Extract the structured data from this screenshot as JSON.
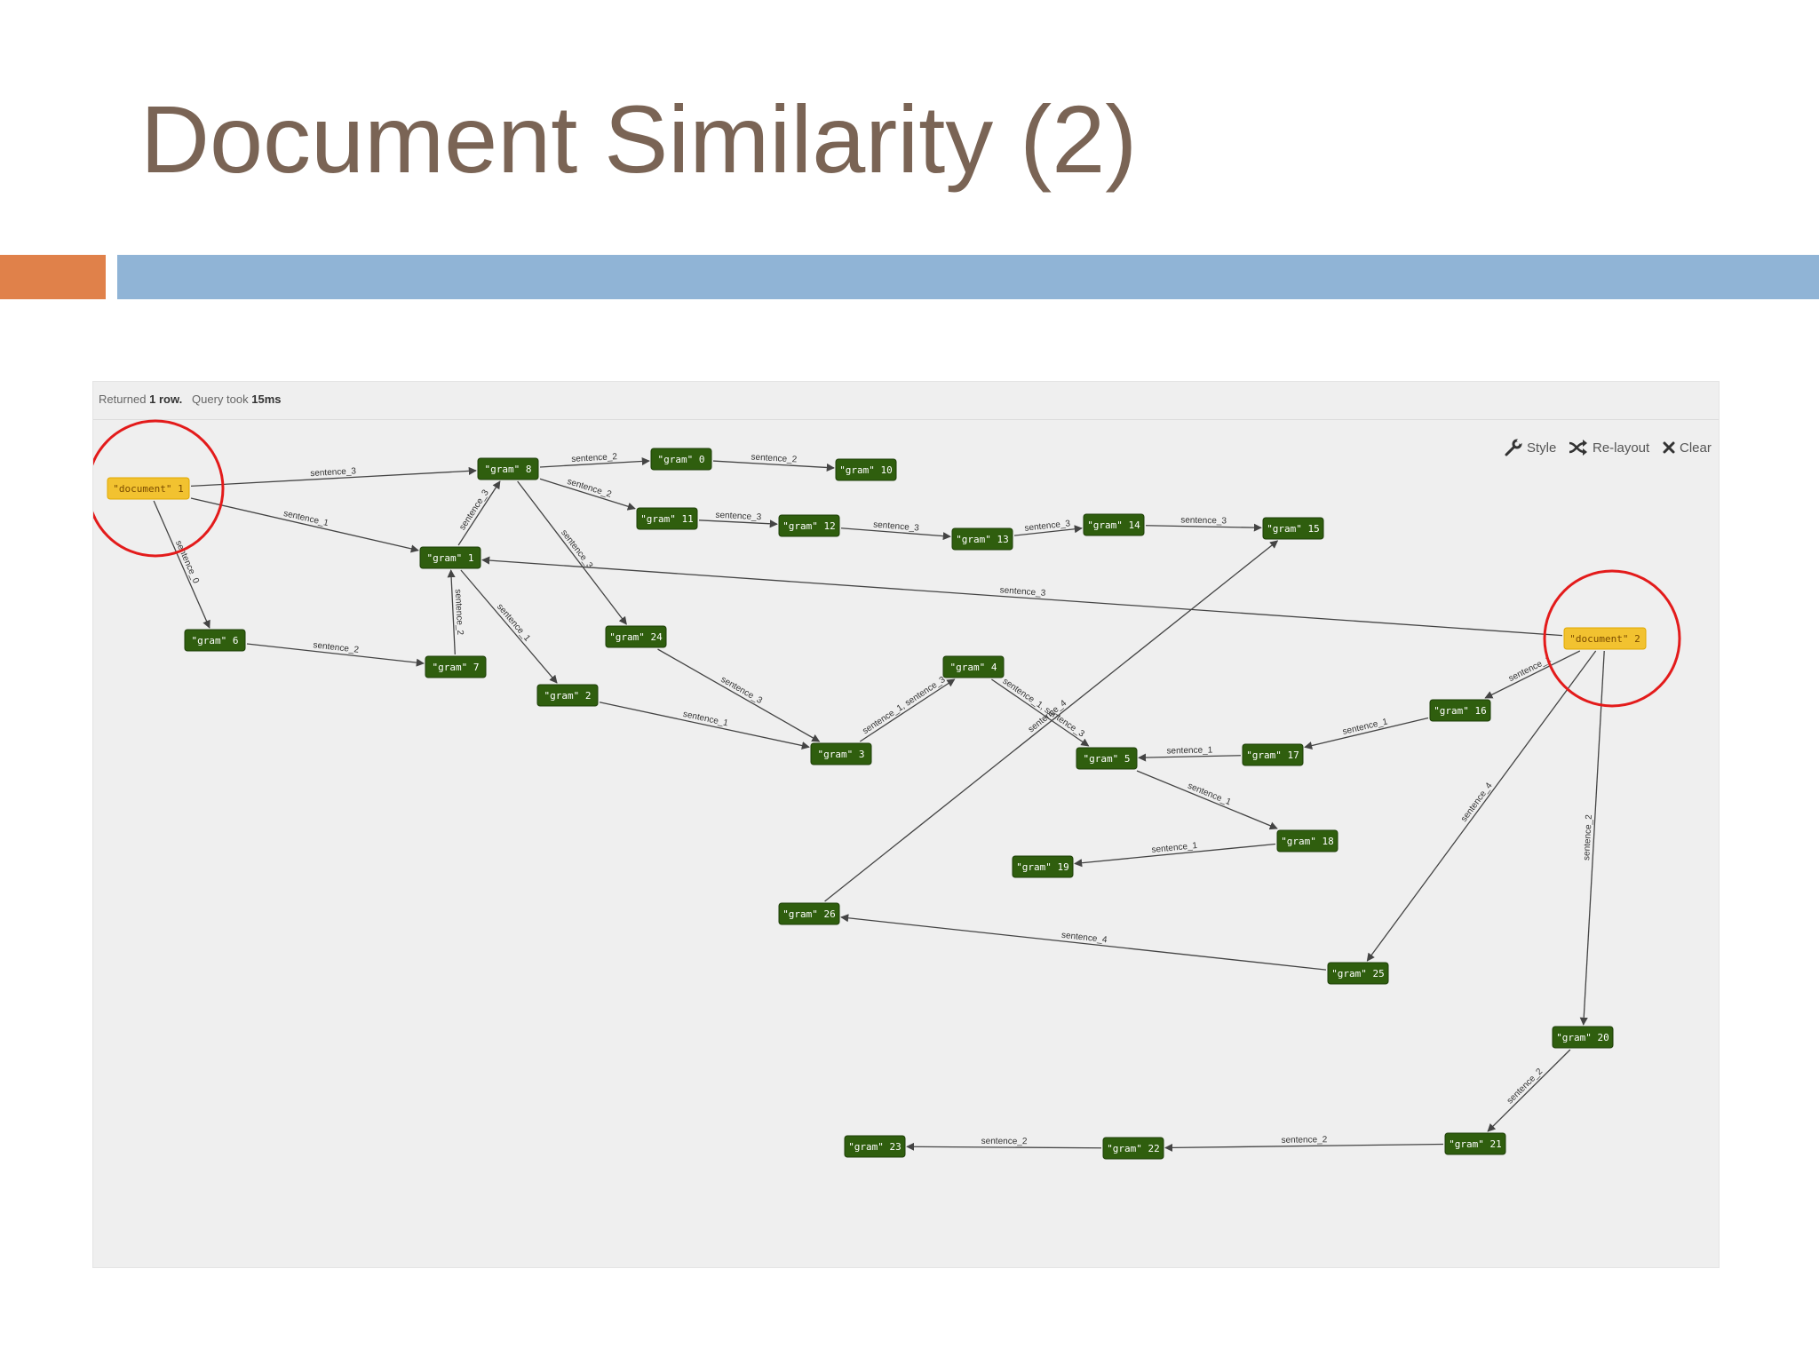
{
  "slide": {
    "title": "Document Similarity (2)"
  },
  "query_status": {
    "returned_prefix": "Returned",
    "rows_value": "1 row.",
    "query_prefix": "Query took",
    "time_value": "15ms"
  },
  "toolbar": {
    "style_label": "Style",
    "relayout_label": "Re-layout",
    "clear_label": "Clear"
  },
  "colors": {
    "title": "#7a6455",
    "accent_orange": "#e0814a",
    "accent_blue": "#90b4d6",
    "panel_bg": "#efefef",
    "document_node": "#f2c230",
    "gram_node": "#2f5e0e",
    "highlight_ring": "#e31b1b"
  },
  "graph": {
    "nodes": [
      {
        "id": "d1",
        "label": "\"document\" 1",
        "kind": "document"
      },
      {
        "id": "d2",
        "label": "\"document\" 2",
        "kind": "document"
      },
      {
        "id": "g0",
        "label": "\"gram\" 0",
        "kind": "gram"
      },
      {
        "id": "g1",
        "label": "\"gram\" 1",
        "kind": "gram"
      },
      {
        "id": "g2",
        "label": "\"gram\" 2",
        "kind": "gram"
      },
      {
        "id": "g3",
        "label": "\"gram\" 3",
        "kind": "gram"
      },
      {
        "id": "g4",
        "label": "\"gram\" 4",
        "kind": "gram"
      },
      {
        "id": "g5",
        "label": "\"gram\" 5",
        "kind": "gram"
      },
      {
        "id": "g6",
        "label": "\"gram\" 6",
        "kind": "gram"
      },
      {
        "id": "g7",
        "label": "\"gram\" 7",
        "kind": "gram"
      },
      {
        "id": "g8",
        "label": "\"gram\" 8",
        "kind": "gram"
      },
      {
        "id": "g10",
        "label": "\"gram\" 10",
        "kind": "gram"
      },
      {
        "id": "g11",
        "label": "\"gram\" 11",
        "kind": "gram"
      },
      {
        "id": "g12",
        "label": "\"gram\" 12",
        "kind": "gram"
      },
      {
        "id": "g13",
        "label": "\"gram\" 13",
        "kind": "gram"
      },
      {
        "id": "g14",
        "label": "\"gram\" 14",
        "kind": "gram"
      },
      {
        "id": "g15",
        "label": "\"gram\" 15",
        "kind": "gram"
      },
      {
        "id": "g16",
        "label": "\"gram\" 16",
        "kind": "gram"
      },
      {
        "id": "g17",
        "label": "\"gram\" 17",
        "kind": "gram"
      },
      {
        "id": "g18",
        "label": "\"gram\" 18",
        "kind": "gram"
      },
      {
        "id": "g19",
        "label": "\"gram\" 19",
        "kind": "gram"
      },
      {
        "id": "g20",
        "label": "\"gram\" 20",
        "kind": "gram"
      },
      {
        "id": "g21",
        "label": "\"gram\" 21",
        "kind": "gram"
      },
      {
        "id": "g22",
        "label": "\"gram\" 22",
        "kind": "gram"
      },
      {
        "id": "g23",
        "label": "\"gram\" 23",
        "kind": "gram"
      },
      {
        "id": "g24",
        "label": "\"gram\" 24",
        "kind": "gram"
      },
      {
        "id": "g25",
        "label": "\"gram\" 25",
        "kind": "gram"
      },
      {
        "id": "g26",
        "label": "\"gram\" 26",
        "kind": "gram"
      }
    ],
    "edges": [
      {
        "from": "d1",
        "to": "g8",
        "label": "sentence_3"
      },
      {
        "from": "d1",
        "to": "g1",
        "label": "sentence_1"
      },
      {
        "from": "d1",
        "to": "g6",
        "label": "sentence_0"
      },
      {
        "from": "g8",
        "to": "g0",
        "label": "sentence_2"
      },
      {
        "from": "g0",
        "to": "g10",
        "label": "sentence_2"
      },
      {
        "from": "g8",
        "to": "g11",
        "label": "sentence_2"
      },
      {
        "from": "g11",
        "to": "g12",
        "label": "sentence_3"
      },
      {
        "from": "g12",
        "to": "g13",
        "label": "sentence_3"
      },
      {
        "from": "g13",
        "to": "g14",
        "label": "sentence_3"
      },
      {
        "from": "g14",
        "to": "g15",
        "label": "sentence_3"
      },
      {
        "from": "g1",
        "to": "g8",
        "label": "sentence_3"
      },
      {
        "from": "g6",
        "to": "g7",
        "label": "sentence_2"
      },
      {
        "from": "g7",
        "to": "g1",
        "label": "sentence_2"
      },
      {
        "from": "g1",
        "to": "g2",
        "label": "sentence_1"
      },
      {
        "from": "g8",
        "to": "g24",
        "label": "sentence_3"
      },
      {
        "from": "g24",
        "to": "g3",
        "label": "sentence_3"
      },
      {
        "from": "g2",
        "to": "g3",
        "label": "sentence_1"
      },
      {
        "from": "g3",
        "to": "g4",
        "label": "sentence_1, sentence_3"
      },
      {
        "from": "g4",
        "to": "g5",
        "label": "sentence_1, sentence_3"
      },
      {
        "from": "g17",
        "to": "g5",
        "label": "sentence_1"
      },
      {
        "from": "g16",
        "to": "g17",
        "label": "sentence_1"
      },
      {
        "from": "d2",
        "to": "g16",
        "label": "sentence_1"
      },
      {
        "from": "d2",
        "to": "g1",
        "label": "sentence_3"
      },
      {
        "from": "g5",
        "to": "g18",
        "label": "sentence_1"
      },
      {
        "from": "g18",
        "to": "g19",
        "label": "sentence_1"
      },
      {
        "from": "d2",
        "to": "g25",
        "label": "sentence_4"
      },
      {
        "from": "g25",
        "to": "g26",
        "label": "sentence_4"
      },
      {
        "from": "g26",
        "to": "g15",
        "label": "sentence_4"
      },
      {
        "from": "d2",
        "to": "g20",
        "label": "sentence_2"
      },
      {
        "from": "g20",
        "to": "g21",
        "label": "sentence_2"
      },
      {
        "from": "g21",
        "to": "g22",
        "label": "sentence_2"
      },
      {
        "from": "g22",
        "to": "g23",
        "label": "sentence_2"
      }
    ],
    "highlighted": [
      "d1",
      "d2"
    ]
  }
}
